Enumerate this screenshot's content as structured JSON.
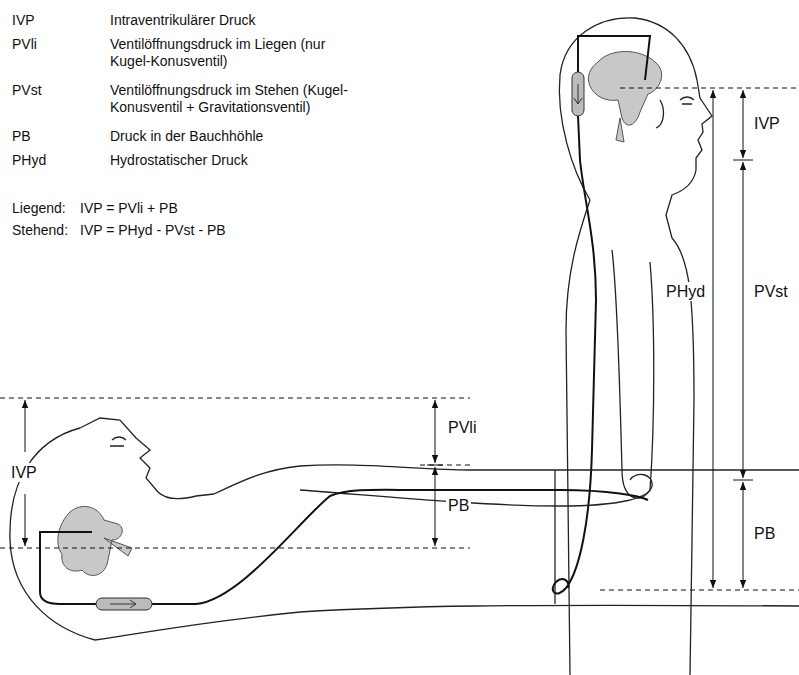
{
  "diagram": {
    "labels": [
      "IVP",
      "Intraventrikulärer Druck",
      "PVli",
      "Ventilöffnungsdruck im Liegen (nur Kugel-Konusventil)",
      "PVst",
      "Ventilöffnungsdruck im Stehen (Kugel-Konusventil + Gravitationsventil)",
      "PB",
      "Druck in der Bauchhöhle",
      "PHyd",
      "Hydrostatischer Druck",
      "Liegend:",
      "IVP = PVli + PB",
      "Stehend:",
      "IVP = PHyd - PVst - PB",
      "IVP",
      "PVli",
      "PB",
      "IVP",
      "PHyd",
      "PVst",
      "PB"
    ]
  }
}
